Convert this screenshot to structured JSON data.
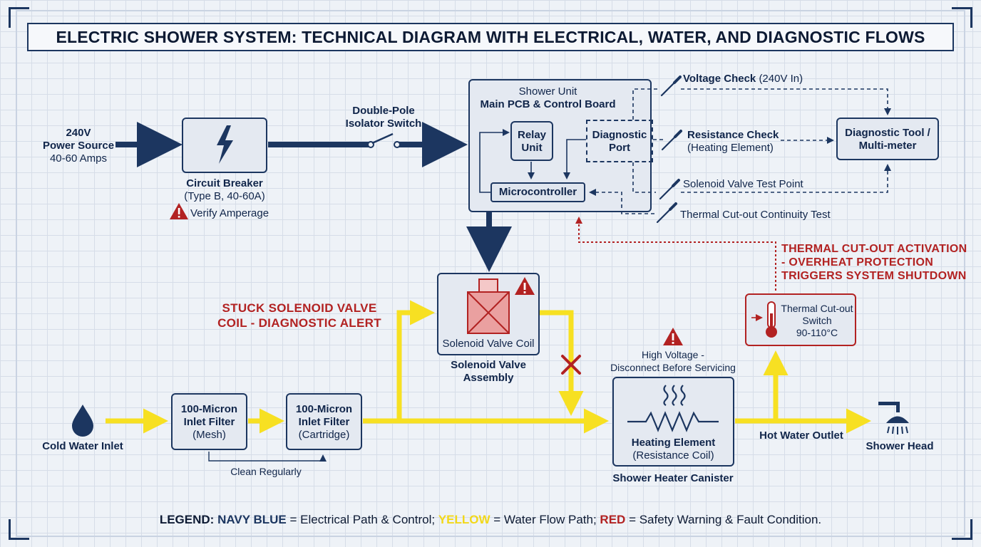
{
  "title": "ELECTRIC SHOWER SYSTEM: TECHNICAL DIAGRAM WITH ELECTRICAL, WATER, AND DIAGNOSTIC FLOWS",
  "colors": {
    "navy": "#1c3660",
    "yellow": "#f7e022",
    "red": "#b22222"
  },
  "power_source": {
    "line1": "240V",
    "line2": "Power Source",
    "line3": "40-60 Amps"
  },
  "circuit_breaker": {
    "title": "Circuit Breaker",
    "subtitle": "(Type B, 40-60A)",
    "warning": "Verify Amperage",
    "icon": "lightning-bolt-icon"
  },
  "isolator": {
    "line1": "Double-Pole",
    "line2": "Isolator Switch"
  },
  "shower_unit": {
    "title1": "Shower Unit",
    "title2": "Main PCB & Control Board",
    "relay": {
      "line1": "Relay",
      "line2": "Unit"
    },
    "diagnostic_port": {
      "line1": "Diagnostic",
      "line2": "Port"
    },
    "microcontroller": "Microcontroller"
  },
  "tests": {
    "voltage": {
      "bold": "Voltage Check",
      "normal": "(240V In)"
    },
    "resistance": {
      "bold": "Resistance Check",
      "normal": "(Heating Element)"
    },
    "solenoid": "Solenoid Valve Test Point",
    "thermal": "Thermal Cut-out Continuity Test"
  },
  "diagnostic_tool": {
    "line1": "Diagnostic Tool /",
    "line2": "Multi-meter"
  },
  "thermal_alert": {
    "line1": "THERMAL CUT-OUT ACTIVATION",
    "line2": "- OVERHEAT PROTECTION",
    "line3": "TRIGGERS SYSTEM SHUTDOWN"
  },
  "thermal_switch": {
    "line1": "Thermal Cut-out",
    "line2": "Switch",
    "line3": "90-110°C"
  },
  "solenoid_alert": {
    "line1": "STUCK SOLENOID VALVE",
    "line2": "COIL - DIAGNOSTIC ALERT"
  },
  "solenoid_coil": "Solenoid Valve Coil",
  "solenoid_assembly": {
    "line1": "Solenoid Valve",
    "line2": "Assembly"
  },
  "high_voltage": {
    "line1": "High Voltage -",
    "line2": "Disconnect Before Servicing"
  },
  "cold_water": "Cold Water Inlet",
  "filter_mesh": {
    "line1": "100-Micron",
    "line2": "Inlet Filter",
    "line3": "(Mesh)"
  },
  "filter_cartridge": {
    "line1": "100-Micron",
    "line2": "Inlet Filter",
    "line3": "(Cartridge)"
  },
  "clean": "Clean Regularly",
  "heating_element": {
    "line1": "Heating Element",
    "line2": "(Resistance Coil)"
  },
  "canister": "Shower Heater Canister",
  "hot_outlet": "Hot Water Outlet",
  "shower_head": "Shower Head",
  "legend": {
    "prefix": "LEGEND:",
    "navy_word": "NAVY BLUE",
    "navy_text": "= Electrical Path & Control;",
    "yellow_word": "YELLOW",
    "yellow_text": "= Water Flow Path;",
    "red_word": "RED",
    "red_text": "= Safety Warning & Fault Condition."
  }
}
